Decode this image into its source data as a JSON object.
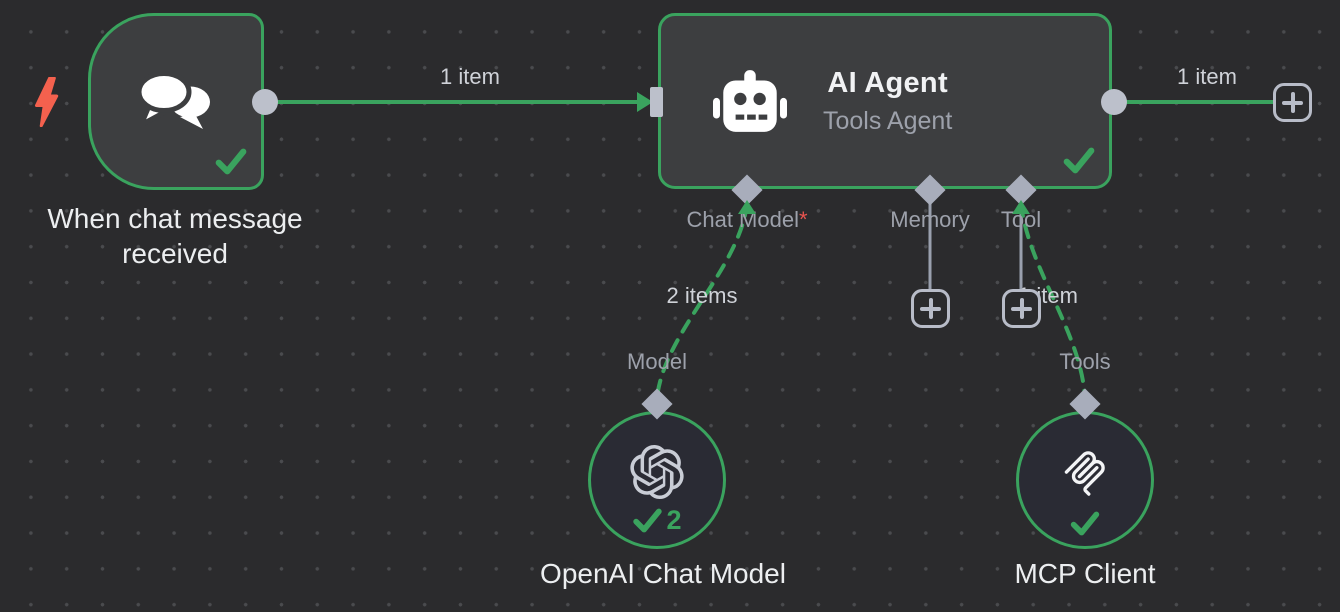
{
  "workflow": {
    "nodes": {
      "chat_trigger": {
        "label": "When chat message received"
      },
      "ai_agent": {
        "title": "AI Agent",
        "subtitle": "Tools Agent"
      },
      "openai_chat_model": {
        "label": "OpenAI Chat Model",
        "success_count": "2"
      },
      "mcp_client": {
        "label": "MCP Client"
      }
    },
    "ports": {
      "chat_model": {
        "label": "Chat Model",
        "required_marker": "*"
      },
      "memory": {
        "label": "Memory"
      },
      "tool": {
        "label": "Tool"
      },
      "model": {
        "label": "Model"
      },
      "tools": {
        "label": "Tools"
      }
    },
    "connection_labels": {
      "trigger_to_agent": "1 item",
      "agent_output": "1 item",
      "chat_model_connection": "2 items",
      "tool_connection": "1 item"
    },
    "colors": {
      "background": "#2b2b2d",
      "node_fill": "#3d3e40",
      "subnode_fill": "#2a2b34",
      "accent_green": "#3aa35e",
      "connector_gray": "#b8bcc8",
      "diamond_gray": "#a8adbb",
      "label_gray": "#9da1ab",
      "trigger_bolt_red": "#f4614e",
      "required_red": "#e8544f"
    },
    "icons": [
      "lightning-icon",
      "chat-bubbles-icon",
      "robot-icon",
      "check-icon",
      "plus-icon",
      "openai-icon",
      "mcp-icon"
    ]
  }
}
